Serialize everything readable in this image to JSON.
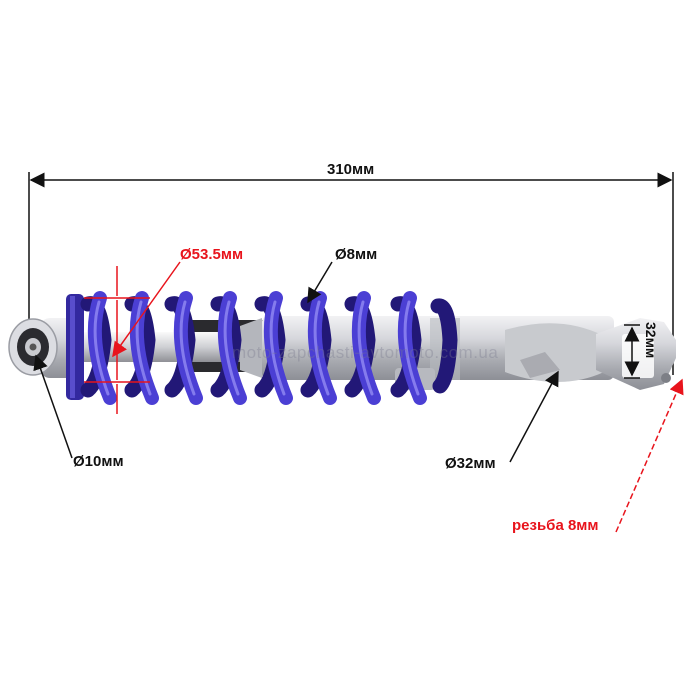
{
  "labels": {
    "overall_length": "310мм",
    "spring_diameter": "Ø53.5мм",
    "wire_diameter": "Ø8мм",
    "eye_diameter": "Ø10мм",
    "body_diameter": "Ø32мм",
    "fork_width": "32мм",
    "thread": "резьба 8мм"
  },
  "watermark": "moto-zapchasti-avtomoto.com.ua",
  "colors": {
    "spring": "#3a2fb8",
    "body": "#c4c6cc",
    "dimension_black": "#111111",
    "dimension_red": "#e8141c"
  }
}
